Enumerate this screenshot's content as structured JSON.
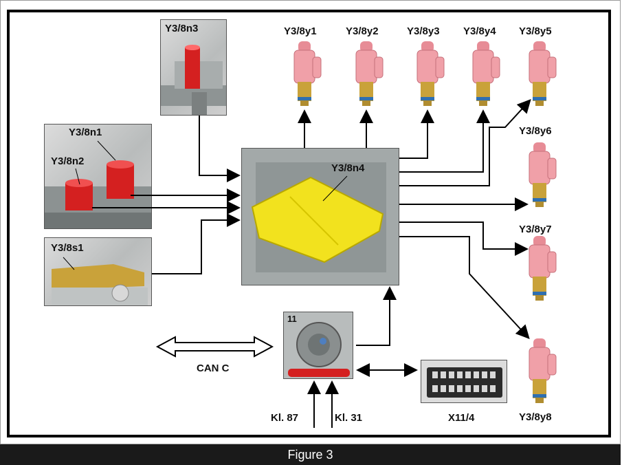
{
  "diagram": {
    "labels": {
      "sensor_n3": "Y3/8n3",
      "sensor_n1": "Y3/8n1",
      "sensor_n2": "Y3/8n2",
      "switch_s1": "Y3/8s1",
      "controller_n4": "Y3/8n4",
      "valve_y1": "Y3/8y1",
      "valve_y2": "Y3/8y2",
      "valve_y3": "Y3/8y3",
      "valve_y4": "Y3/8y4",
      "valve_y5": "Y3/8y5",
      "valve_y6": "Y3/8y6",
      "valve_y7": "Y3/8y7",
      "valve_y8": "Y3/8y8",
      "connector_11": "11",
      "can_bus": "CAN C",
      "kl87": "Kl. 87",
      "kl31": "Kl. 31",
      "connector_x11": "X11/4"
    },
    "colors": {
      "valve_pink": "#f0a0a8",
      "valve_brass": "#c9a23a",
      "valve_seal": "#2f6fb0",
      "sensor_red": "#d42020",
      "controller_yellow": "#f2e21e",
      "housing_grey": "#9aa0a0"
    }
  },
  "caption": "Figure 3"
}
